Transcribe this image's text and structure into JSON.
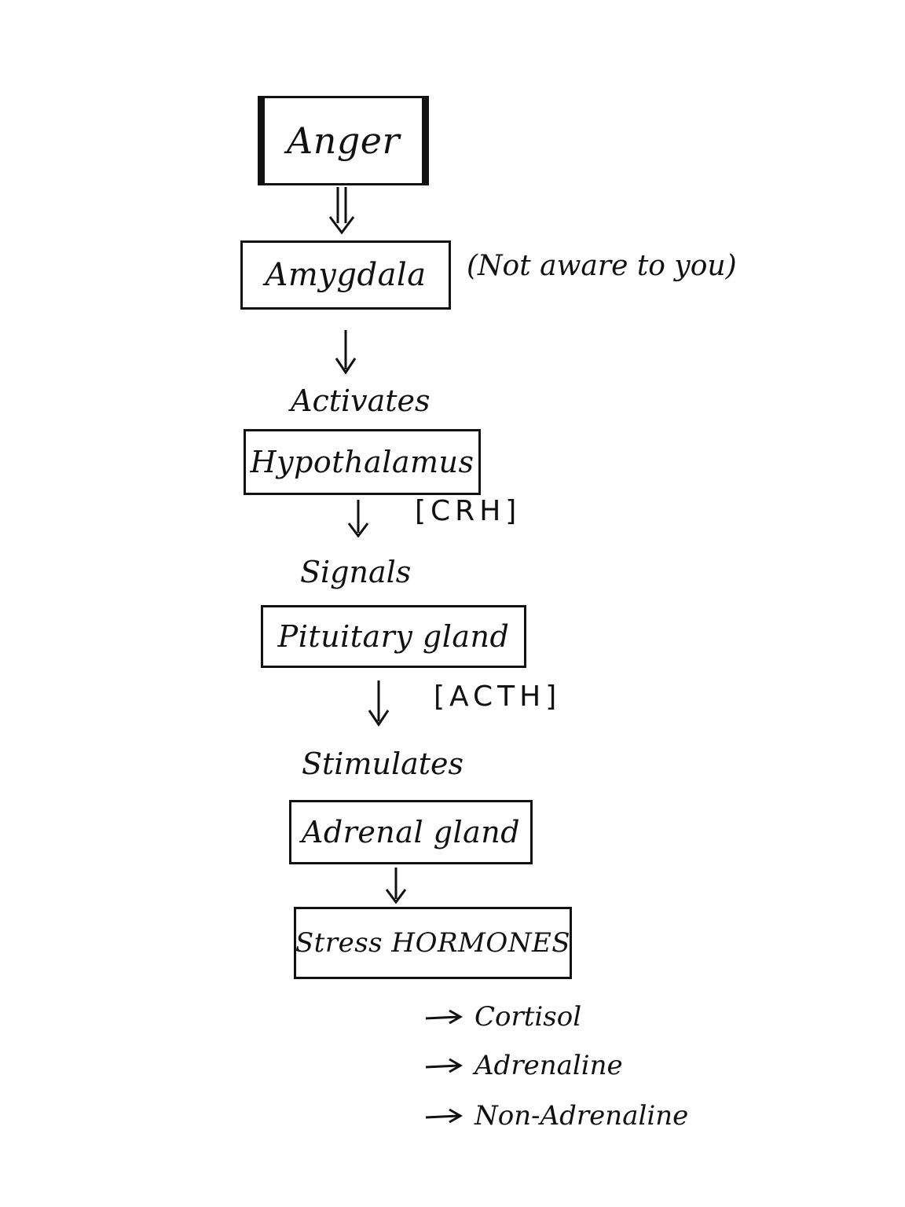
{
  "diagram": {
    "nodes": {
      "anger": "Anger",
      "amygdala": "Amygdala",
      "hypothalamus": "Hypothalamus",
      "pituitary": "Pituitary gland",
      "adrenal": "Adrenal gland",
      "stress_hormones": "Stress HORMONES"
    },
    "notes": {
      "amygdala_note": "(Not aware to you)",
      "activates": "Activates",
      "signals": "Signals",
      "stimulates": "Stimulates",
      "crh": "[CRH]",
      "acth": "[ACTH]"
    },
    "outputs": [
      "Cortisol",
      "Adrenaline",
      "Non-Adrenaline"
    ]
  }
}
